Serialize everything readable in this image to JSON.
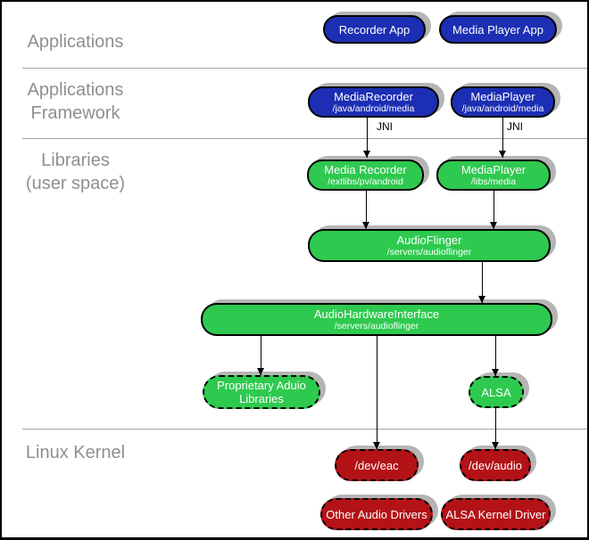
{
  "layers": {
    "applications": "Applications",
    "framework": "Applications\nFramework",
    "libraries": "Libraries\n(user space)",
    "kernel": "Linux Kernel"
  },
  "edge_labels": {
    "jni_left": "JNI",
    "jni_right": "JNI"
  },
  "nodes": {
    "recorder_app": {
      "title": "Recorder App"
    },
    "media_player_app": {
      "title": "Media Player App"
    },
    "media_recorder_fw": {
      "title": "MediaRecorder",
      "subtitle": "/java/android/media"
    },
    "media_player_fw": {
      "title": "MediaPlayer",
      "subtitle": "/java/android/media"
    },
    "media_recorder_lib": {
      "title": "Media Recorder",
      "subtitle": "/extlibs/pv/android"
    },
    "media_player_lib": {
      "title": "MediaPlayer",
      "subtitle": "/libs/media"
    },
    "audio_flinger": {
      "title": "AudioFlinger",
      "subtitle": "/servers/audioflinger"
    },
    "audio_hardware_interface": {
      "title": "AudioHardwareInterface",
      "subtitle": "/servers/audioflinger"
    },
    "proprietary_audio_libs": {
      "title": "Proprietary Aduio\nLibraries"
    },
    "alsa": {
      "title": "ALSA"
    },
    "dev_eac": {
      "title": "/dev/eac"
    },
    "dev_audio": {
      "title": "/dev/audio"
    },
    "other_audio_drivers": {
      "title": "Other Audio Drivers"
    },
    "alsa_kernel_driver": {
      "title": "ALSA Kernel Driver"
    }
  },
  "colors": {
    "app_blue": "#1c2eb3",
    "lib_green": "#2ec94f",
    "kernel_red": "#b31217",
    "shadow_gray": "#b5b5b5",
    "label_gray": "#8f8f8f",
    "divider_gray": "#a3a3a3"
  }
}
